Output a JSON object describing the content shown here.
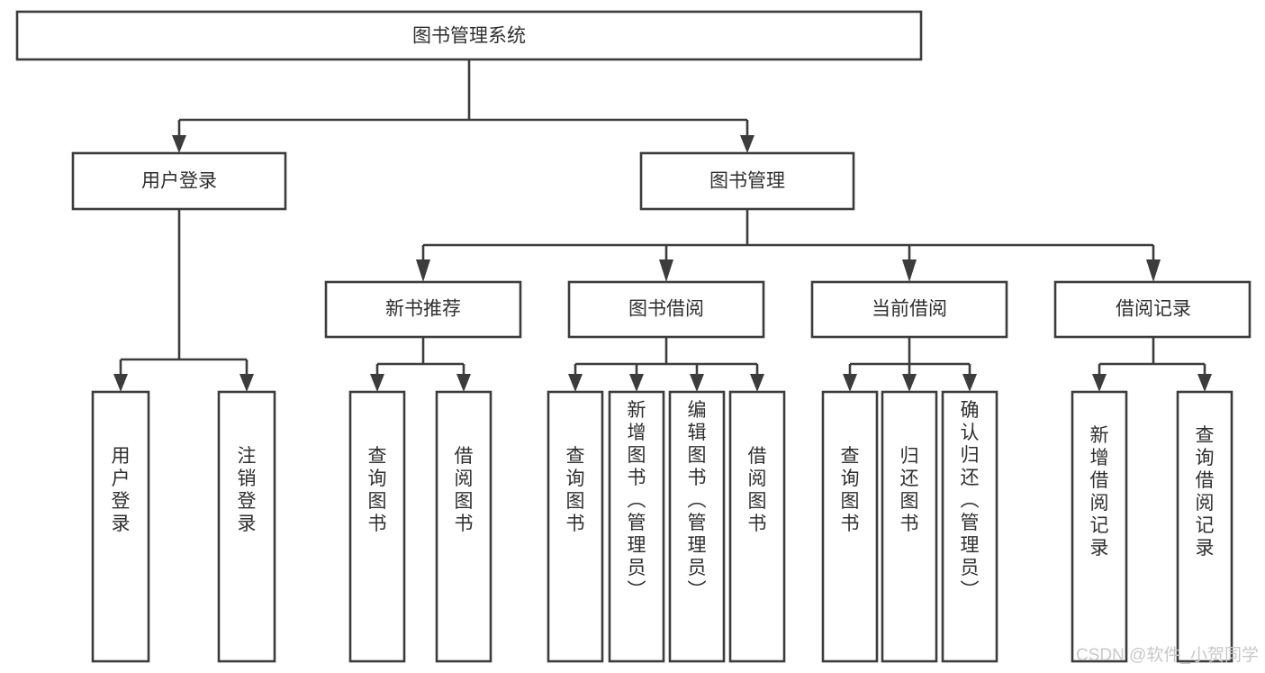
{
  "diagram": {
    "type": "tree-hierarchy",
    "title": "图书管理系统",
    "orientation": "top-down",
    "colors": {
      "stroke": "#3c3c3c",
      "box_fill": "#ffffff",
      "text": "#2f2f2f",
      "background": "#ffffff",
      "watermark": "#c8c8c8"
    },
    "root": {
      "id": "root",
      "label": "图书管理系统"
    },
    "level2": [
      {
        "id": "user-login",
        "label": "用户登录"
      },
      {
        "id": "book-management",
        "label": "图书管理"
      }
    ],
    "level3": [
      {
        "id": "new-book-recommend",
        "label": "新书推荐",
        "parent": "book-management"
      },
      {
        "id": "book-borrow",
        "label": "图书借阅",
        "parent": "book-management"
      },
      {
        "id": "current-borrow",
        "label": "当前借阅",
        "parent": "book-management"
      },
      {
        "id": "borrow-record",
        "label": "借阅记录",
        "parent": "book-management"
      }
    ],
    "leaves": {
      "user-login": [
        {
          "id": "leaf-user-login",
          "label": "用户登录"
        },
        {
          "id": "leaf-logout-login",
          "label": "注销登录"
        }
      ],
      "new-book-recommend": [
        {
          "id": "leaf-query-book-1",
          "label": "查询图书"
        },
        {
          "id": "leaf-borrow-book-1",
          "label": "借阅图书"
        }
      ],
      "book-borrow": [
        {
          "id": "leaf-query-book-2",
          "label": "查询图书"
        },
        {
          "id": "leaf-add-book",
          "label": "新增图书（管理员）"
        },
        {
          "id": "leaf-edit-book",
          "label": "编辑图书（管理员）"
        },
        {
          "id": "leaf-borrow-book-2",
          "label": "借阅图书"
        }
      ],
      "current-borrow": [
        {
          "id": "leaf-query-book-3",
          "label": "查询图书"
        },
        {
          "id": "leaf-return-book",
          "label": "归还图书"
        },
        {
          "id": "leaf-confirm-return",
          "label": "确认归还（管理员）"
        }
      ],
      "borrow-record": [
        {
          "id": "leaf-add-record",
          "label": "新增借阅记录"
        },
        {
          "id": "leaf-query-record",
          "label": "查询借阅记录"
        }
      ]
    }
  },
  "watermark": {
    "text": "CSDN @软件_小贺同学"
  }
}
